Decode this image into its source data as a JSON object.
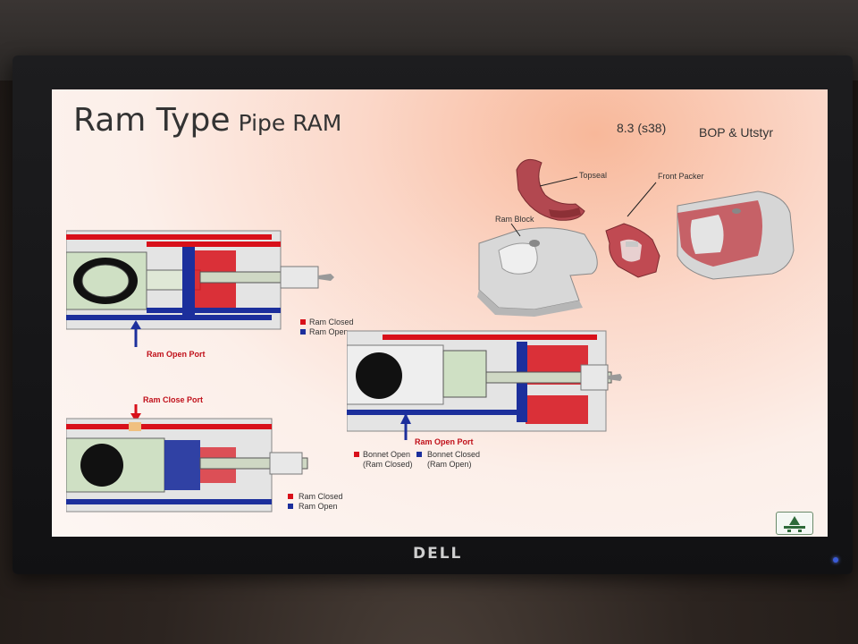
{
  "slide": {
    "title_main": "Ram Type",
    "title_sub": "Pipe RAM",
    "slide_ref": "8.3 (s38)",
    "course": "BOP & Utstyr"
  },
  "labels": {
    "topseal": "Topseal",
    "front_packer": "Front Packer",
    "ram_block": "Ram Block",
    "ram_open_port": "Ram Open Port",
    "ram_close_port": "Ram Close Port",
    "ram_closed": "Ram Closed",
    "ram_open": "Ram Open",
    "bonnet_open": "Bonnet Open",
    "bonnet_open_sub": "(Ram Closed)",
    "bonnet_closed": "Bonnet Closed",
    "bonnet_closed_sub": "(Ram Open)"
  },
  "monitor": {
    "brand": "DELL"
  },
  "colors": {
    "hydraulic_red": "#d8101a",
    "hydraulic_blue": "#1c2f9c",
    "steel": "#c9c9c9",
    "green_body": "#cfe0c4",
    "seal_red": "#b0464a"
  }
}
